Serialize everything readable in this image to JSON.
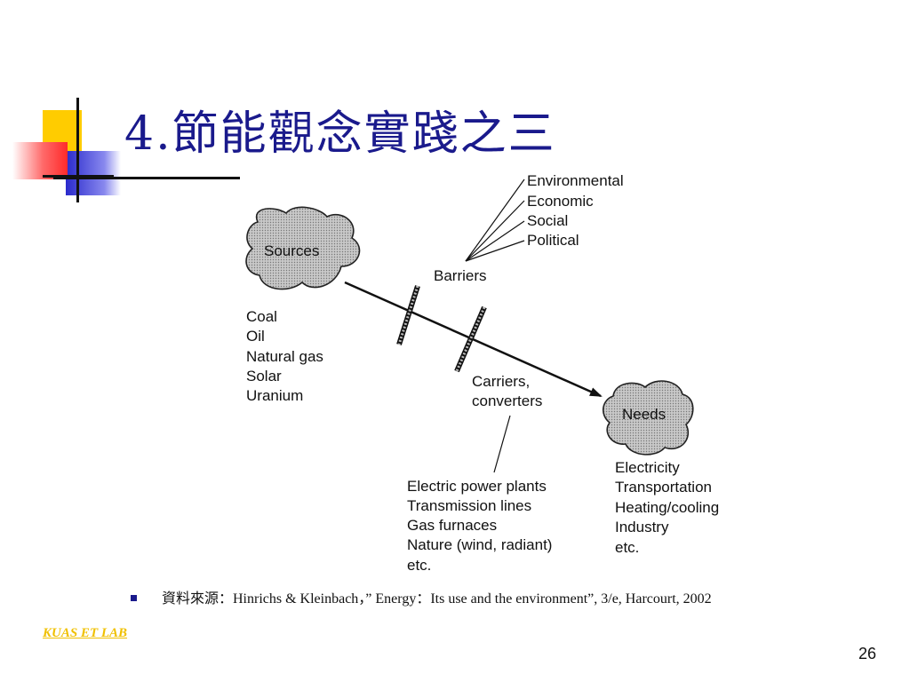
{
  "slide": {
    "title": "4.節能觀念實踐之三",
    "footer_label": "KUAS ET LAB",
    "page_number": "26"
  },
  "diagram": {
    "sources": {
      "label": "Sources",
      "items": [
        "Coal",
        "Oil",
        "Natural gas",
        "Solar",
        "Uranium"
      ]
    },
    "needs": {
      "label": "Needs",
      "items": [
        "Electricity",
        "Transportation",
        "Heating/cooling",
        "Industry",
        "etc."
      ]
    },
    "barriers": {
      "label": "Barriers",
      "items": [
        "Environmental",
        "Economic",
        "Social",
        "Political"
      ]
    },
    "carriers": {
      "label_line1": "Carriers,",
      "label_line2": "converters",
      "items": [
        "Electric power plants",
        "Transmission lines",
        "Gas furnaces",
        "Nature (wind, radiant)",
        "etc."
      ]
    }
  },
  "caption": {
    "text": "資料來源：Hinrichs & Kleinbach，” Energy：Its use and the environment”, 3/e, Harcourt, 2002"
  },
  "colors": {
    "title": "#1a1a8c",
    "accent_yellow": "#ffcc00",
    "accent_blue": "#3333cc",
    "accent_red": "#ff3333",
    "footer": "#f0c000"
  }
}
